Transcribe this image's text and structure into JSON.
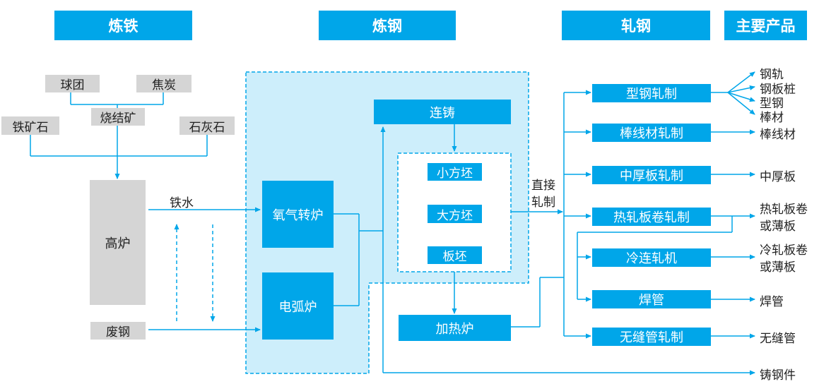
{
  "headers": {
    "ironmaking": "炼铁",
    "steelmaking": "炼钢",
    "rolling": "轧钢",
    "products": "主要产品"
  },
  "raw_materials": {
    "pellet": "球团",
    "coke": "焦炭",
    "sinter": "烧结矿",
    "iron_ore": "铁矿石",
    "limestone": "石灰石",
    "scrap": "废钢"
  },
  "ironmaking": {
    "blast_furnace": "高炉",
    "hot_metal": "铁水"
  },
  "steelmaking": {
    "bof": "氧气转炉",
    "eaf": "电弧炉",
    "continuous_casting": "连铸",
    "billet": "小方坯",
    "bloom": "大方坯",
    "slab": "板坯",
    "reheating_furnace": "加热炉",
    "direct_rolling_line1": "直接",
    "direct_rolling_line2": "轧制"
  },
  "rolling_processes": [
    "型钢轧制",
    "棒线材轧制",
    "中厚板轧制",
    "热轧板卷轧制",
    "冷连轧机",
    "焊管",
    "无缝管轧制"
  ],
  "products": {
    "section_group": [
      "钢轨",
      "钢板桩",
      "型钢",
      "棒材"
    ],
    "wire_rod": "棒线材",
    "plate": "中厚板",
    "hot_rolled": [
      "热轧板卷",
      "或薄板"
    ],
    "cold_rolled": [
      "冷轧板卷",
      "或薄板"
    ],
    "welded_pipe": "焊管",
    "seamless_pipe": "无缝管",
    "casting": "铸钢件"
  },
  "colors": {
    "accent": "#00a6e9",
    "zone_fill": "#cdeefb",
    "box_gray": "#d5d5d5"
  }
}
